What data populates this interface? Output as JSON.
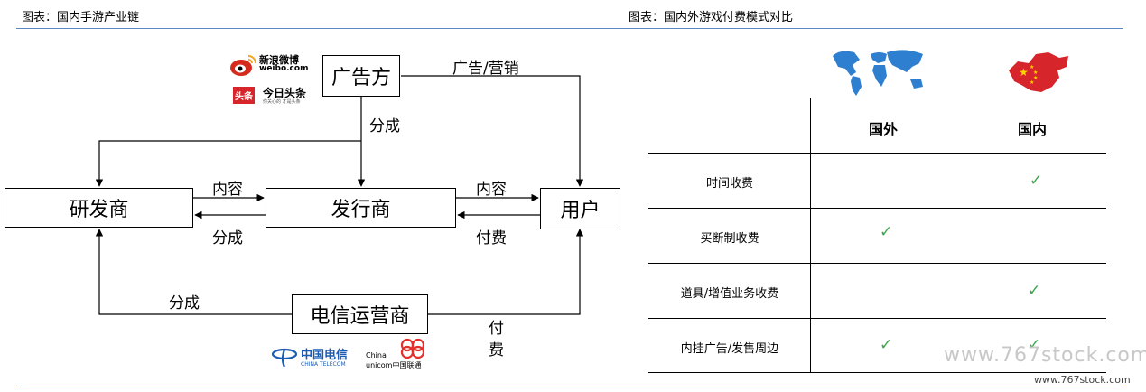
{
  "header": {
    "left_title": "图表：国内手游产业链",
    "right_title": "图表：国内外游戏付费模式对比"
  },
  "diagram": {
    "nodes": {
      "advertiser": "广告方",
      "developer": "研发商",
      "publisher": "发行商",
      "user": "用户",
      "telecom": "电信运营商"
    },
    "edge_labels": {
      "ad_marketing": "广告/营销",
      "ad_share": "分成",
      "dev_to_pub_content": "内容",
      "pub_to_dev_share": "分成",
      "pub_to_user_content": "内容",
      "user_to_pub_pay": "付费",
      "telecom_share": "分成",
      "telecom_pay_1": "付",
      "telecom_pay_2": "费"
    },
    "logos": {
      "weibo_cn": "新浪微博",
      "weibo_en": "weibo.com",
      "toutiao_badge": "头条",
      "toutiao_name": "今日头条",
      "toutiao_slogan": "你关心的 才是头条",
      "telecom_cn": "中国电信",
      "telecom_en": "CHINA TELECOM",
      "unicom_en1": "China",
      "unicom_en2": "unicom中国联通"
    }
  },
  "table": {
    "col_foreign": "国外",
    "col_domestic": "国内",
    "rows": [
      {
        "label": "时间收费",
        "foreign": "",
        "domestic": "✓"
      },
      {
        "label": "买断制收费",
        "foreign": "✓",
        "domestic": ""
      },
      {
        "label": "道具/增值业务收费",
        "foreign": "",
        "domestic": "✓"
      },
      {
        "label": "内挂广告/发售周边",
        "foreign": "✓",
        "domestic": "✓"
      }
    ]
  },
  "watermark": {
    "large": "www.767stock.com",
    "small": "www.767stock.com"
  },
  "colors": {
    "rule_blue": "#5b86c5",
    "check_green": "#3aa64a",
    "map_blue": "#2f7fd1",
    "china_red": "#d7262b"
  }
}
